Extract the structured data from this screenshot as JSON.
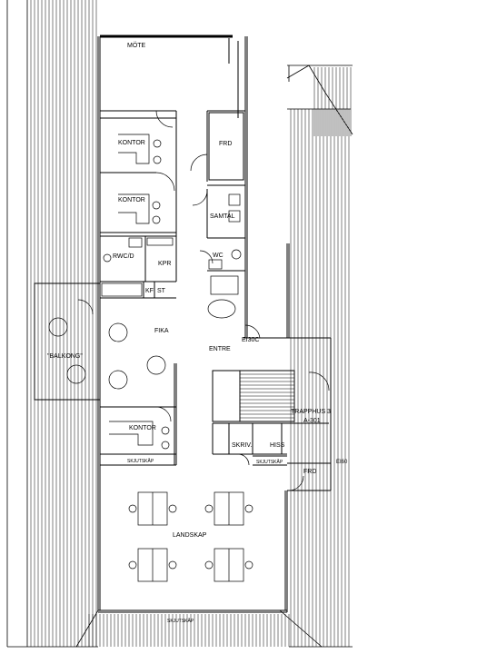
{
  "labels": {
    "mote": "MÖTE",
    "kontor1": "KONTOR",
    "frd1": "FRD",
    "kontor2": "KONTOR",
    "samtal": "SAMTAL",
    "rwc": "RWC/D",
    "kpr": "KPR",
    "wc": "WC",
    "kf": "KF",
    "st": "ST",
    "fika": "FIKA",
    "balkong": "\"BALKONG\"",
    "entre": "ENTRE",
    "ei30c": "EI30C",
    "trapphus": "TRAPPHUS 3",
    "trapphus_code": "A-301",
    "kontor3": "KONTOR",
    "skriv": "SKRIV.",
    "hiss": "HISS",
    "skjutskap1": "SKJUTSKÅP",
    "skjutskap2": "SKJUTSKÅP",
    "frd2": "FRD",
    "ei60": "EI60",
    "landskap": "LANDSKAP",
    "skjutskap3": "SKJUTSKÅP"
  },
  "colors": {
    "line": "#000000",
    "background": "#ffffff"
  }
}
